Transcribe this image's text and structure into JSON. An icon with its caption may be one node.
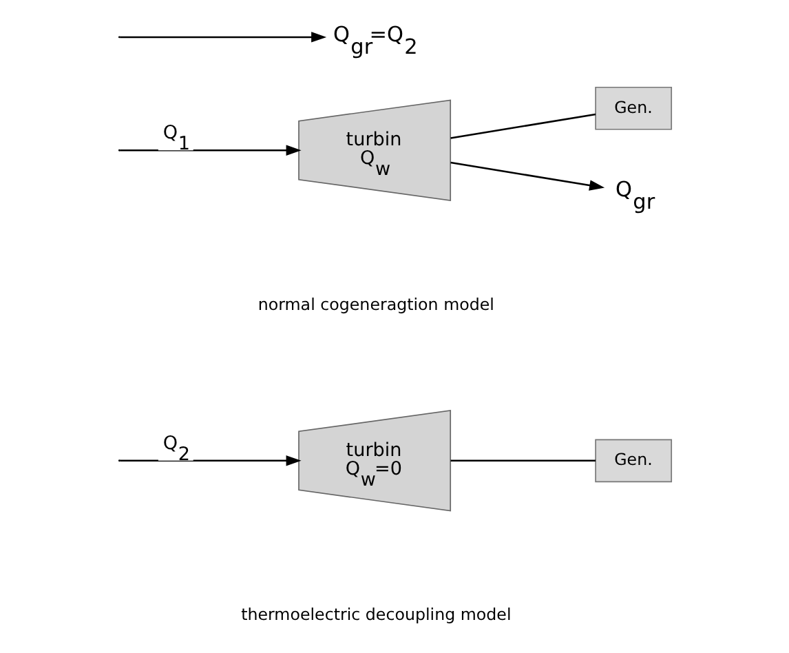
{
  "diagram": {
    "nodes": [
      {
        "text": [
          "turbin",
          "Q$_{w}$"
        ]
      },
      {
        "text": [
          "Gen."
        ]
      },
      {
        "text": [
          "Q$_{gr}$"
        ]
      },
      {
        "text": [
          "turbin",
          "Q$_{w}$=0"
        ]
      },
      {
        "text": [
          "Gen."
        ]
      },
      {
        "text": [
          "Q$_{gr}$=Q$_{2}$"
        ]
      }
    ],
    "edges": [
      {
        "from": null,
        "to": 0,
        "arrow": "to",
        "label": "Q$_{1}$"
      },
      {
        "from": 0,
        "to": 1,
        "arrow": "none"
      },
      {
        "from": 0,
        "to": 2,
        "arrow": "to"
      },
      {
        "from": null,
        "to": 3,
        "arrow": "to",
        "label": "Q$_{2}$"
      },
      {
        "from": null,
        "to": 5,
        "arrow": "to"
      },
      {
        "from": 3,
        "to": 4,
        "arrow": "none"
      }
    ],
    "labels": [
      "normal cogeneragtion model",
      "thermoelectric decoupling model"
    ]
  }
}
